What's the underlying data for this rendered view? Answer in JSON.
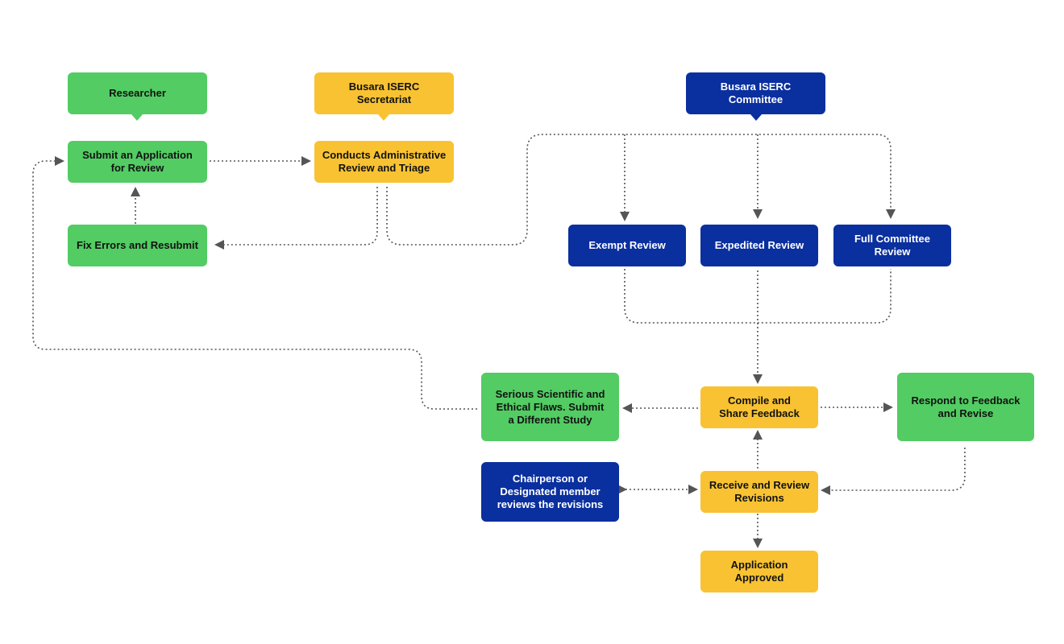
{
  "headers": {
    "researcher": "Researcher",
    "secretariat": "Busara ISERC\nSecretariat",
    "committee": "Busara ISERC\nCommittee"
  },
  "nodes": {
    "submit_application": "Submit an Application\nfor Review",
    "administrative_review": "Conducts Administrative\nReview and Triage",
    "fix_errors": "Fix Errors and Resubmit",
    "exempt_review": "Exempt Review",
    "expedited_review": "Expedited Review",
    "full_committee_review": "Full Committee\nReview",
    "compile_feedback": "Compile and\nShare Feedback",
    "serious_flaws": "Serious Scientific and\nEthical Flaws. Submit\na Different Study",
    "respond_feedback": "Respond to Feedback\nand Revise",
    "receive_revisions": "Receive and Review\nRevisions",
    "chairperson_review": "Chairperson or\nDesignated member\nreviews the revisions",
    "application_approved": "Application\nApproved"
  },
  "colors": {
    "green": "#52cc63",
    "yellow": "#f8c232",
    "blue": "#0a2f9e",
    "connector": "#555555"
  }
}
